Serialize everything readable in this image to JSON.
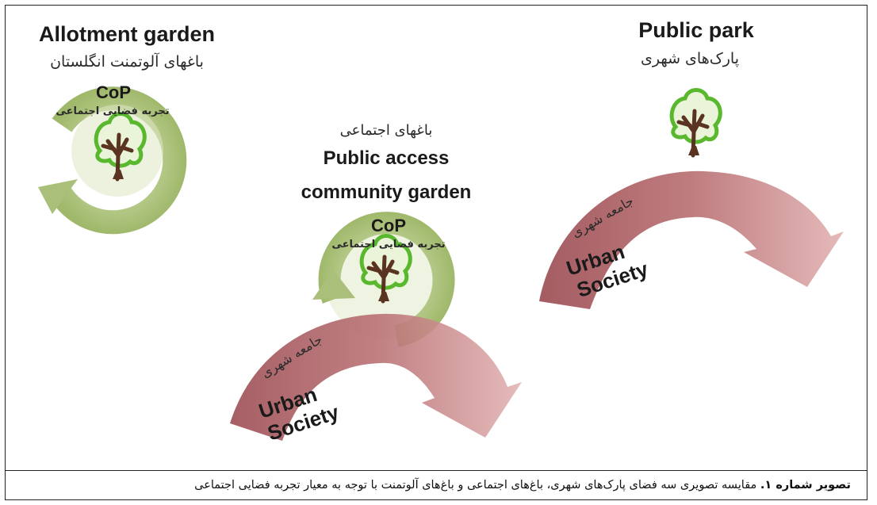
{
  "allotment": {
    "title_en": "Allotment garden",
    "title_fa": "باغهای آلوتمنت انگلستان",
    "cop": "CoP",
    "cop_fa": "تجربه فضایی اجتماعی"
  },
  "community": {
    "title_fa": "باغهای اجتماعی",
    "title_en_line1": "Public access",
    "title_en_line2": "community garden",
    "cop": "CoP",
    "cop_fa": "تجربه فضایی اجتماعی",
    "society_fa": "جامعه شهری",
    "society_en1": "Urban",
    "society_en2": "Society"
  },
  "park": {
    "title_en": "Public park",
    "title_fa": "پارک‌های شهری",
    "society_fa": "جامعه شهری",
    "society_en1": "Urban",
    "society_en2": "Society"
  },
  "caption": {
    "label": "تصویر شماره ۱.",
    "text": " مقایسه تصویری سه فضای پارک‌های شهری، باغ‌های اجتماعی و باغ‌های آلوتمنت با توجه به معیار تجربه فضایی اجتماعی"
  },
  "colors": {
    "cycle": "#a9bf7a",
    "arrow": "#a5595d",
    "arrow_light": "#d9a7a8",
    "trunk": "#5a3420",
    "foliage": "#5ab82e"
  }
}
